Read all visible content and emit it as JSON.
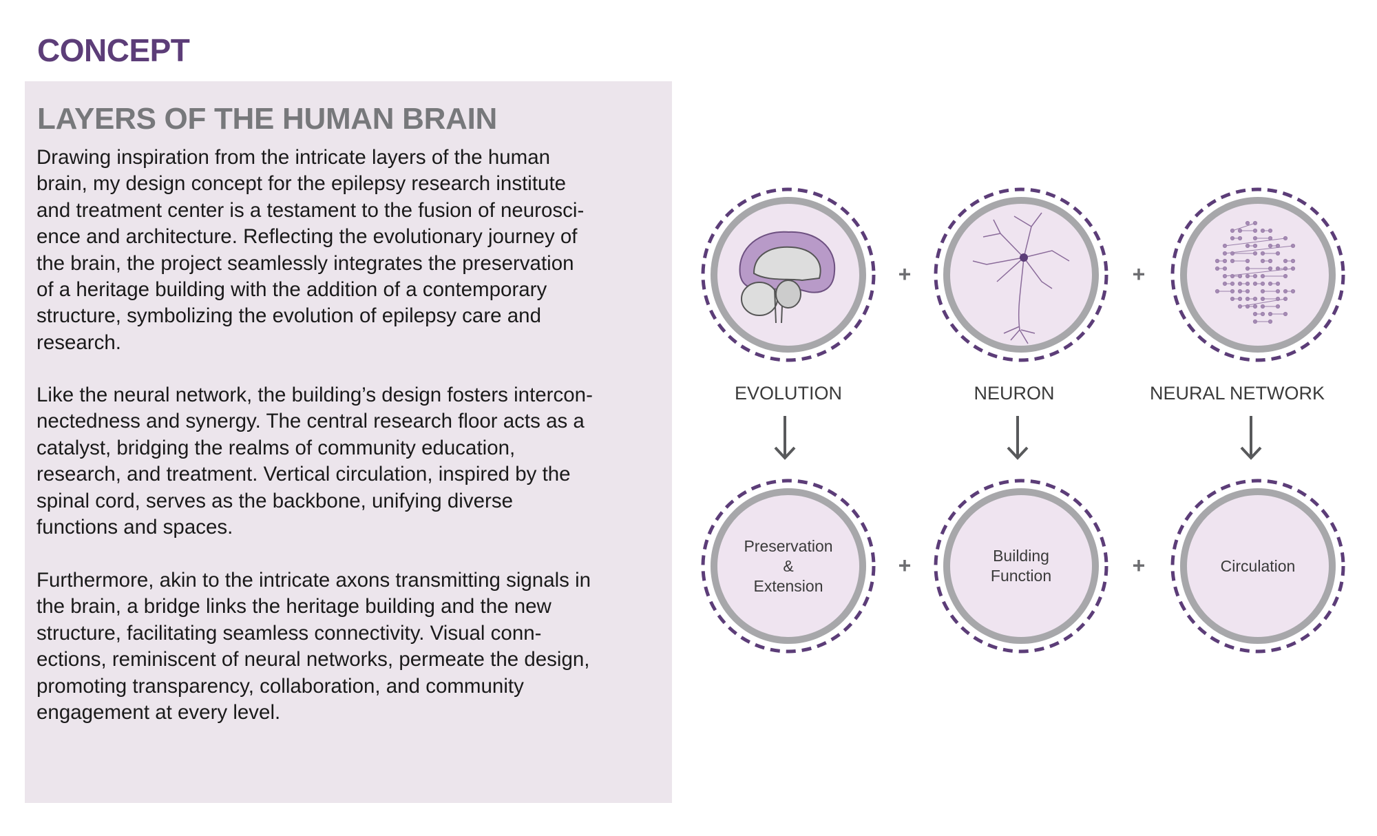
{
  "title": "CONCEPT",
  "panel": {
    "heading": "LAYERS OF THE HUMAN BRAIN",
    "paragraphs": [
      [
        "Drawing inspiration from the intricate layers of the human",
        "brain, my design concept for the epilepsy research institute",
        "and treatment center is a testament to the fusion of neurosci-",
        "ence and architecture. Reflecting the evolutionary journey of",
        "the brain, the project seamlessly integrates the preservation",
        "of a heritage building with the addition of a contemporary",
        "structure, symbolizing the evolution of epilepsy care and",
        "research."
      ],
      [
        "Like the neural network, the building’s design fosters intercon-",
        "nectedness and synergy. The central research floor acts as a",
        "catalyst, bridging the realms of community education,",
        "research, and treatment. Vertical circulation, inspired by the",
        "spinal cord, serves as the backbone, unifying diverse",
        "functions and spaces."
      ],
      [
        "Furthermore, akin to the intricate axons transmitting signals in",
        "the brain, a bridge links the heritage building and the new",
        "structure, facilitating seamless connectivity. Visual conn-",
        "ections, reminiscent of neural networks, permeate the design,",
        "promoting transparency, collaboration, and community",
        "engagement at every level."
      ]
    ]
  },
  "diagram": {
    "top_labels": [
      "EVOLUTION",
      "NEURON",
      "NEURAL NETWORK"
    ],
    "top_icons": [
      "brain-icon",
      "neuron-icon",
      "neural-network-icon"
    ],
    "bottom_nodes": [
      [
        "Preservation",
        "&",
        "Extension"
      ],
      [
        "Building",
        "Function"
      ],
      [
        "Circulation"
      ]
    ],
    "plus": "+"
  },
  "colors": {
    "accent": "#5c3d78",
    "panel": "#ece5ec",
    "circle_fill": "#efe4f0",
    "ring": "#a7a7aa"
  }
}
